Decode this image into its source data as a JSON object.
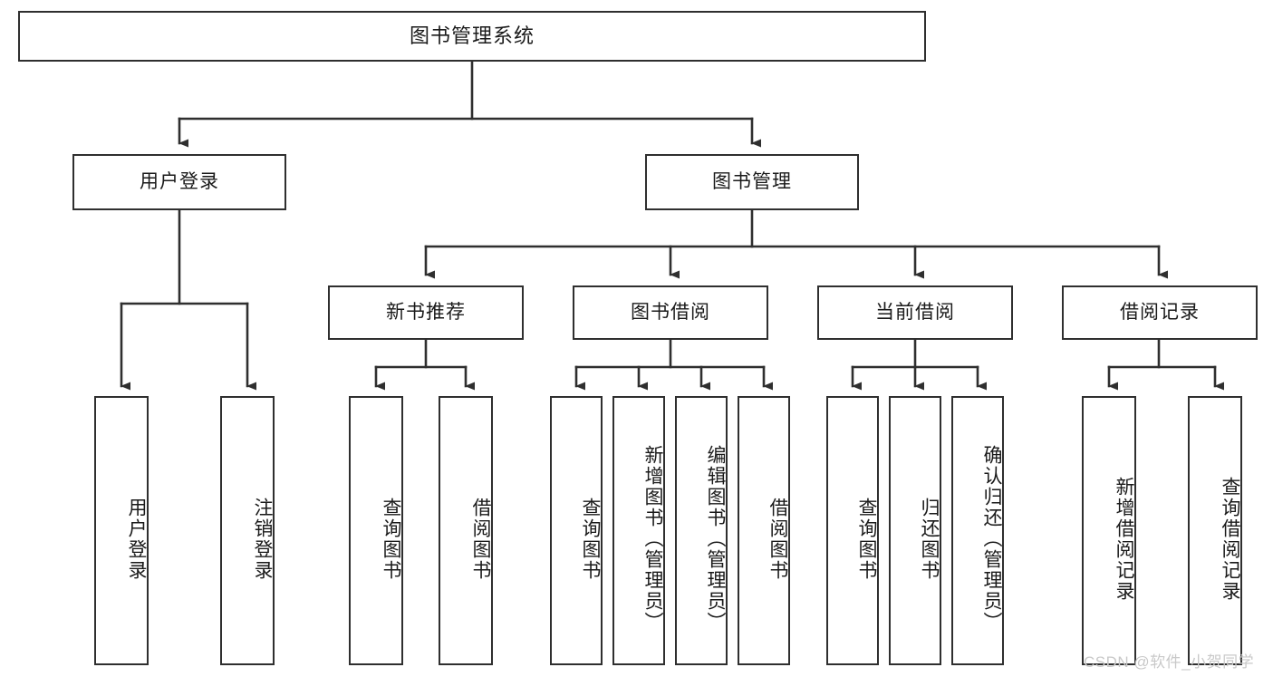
{
  "diagram": {
    "title": "图书管理系统",
    "type": "tree",
    "watermark": "CSDN @软件_小贺同学",
    "colors": {
      "border": "#2f2f2f",
      "background": "#ffffff",
      "text": "#1a1a1a",
      "watermark": "#c9c9c9"
    },
    "nodes": {
      "root": {
        "label": "图书管理系统",
        "level": 0
      },
      "level1": [
        {
          "id": "user-login",
          "label": "用户登录"
        },
        {
          "id": "book-manage",
          "label": "图书管理"
        }
      ],
      "level2": [
        {
          "id": "new-book-recommend",
          "label": "新书推荐",
          "parent": "book-manage"
        },
        {
          "id": "book-borrow",
          "label": "图书借阅",
          "parent": "book-manage"
        },
        {
          "id": "current-borrow",
          "label": "当前借阅",
          "parent": "book-manage"
        },
        {
          "id": "borrow-record",
          "label": "借阅记录",
          "parent": "book-manage"
        }
      ],
      "leaves": [
        {
          "id": "leaf-user-login",
          "label": "用户登录",
          "parent": "user-login"
        },
        {
          "id": "leaf-logout-login",
          "label": "注销登录",
          "parent": "user-login"
        },
        {
          "id": "leaf-query-book-1",
          "label": "查询图书",
          "parent": "new-book-recommend"
        },
        {
          "id": "leaf-borrow-book-1",
          "label": "借阅图书",
          "parent": "new-book-recommend"
        },
        {
          "id": "leaf-query-book-2",
          "label": "查询图书",
          "parent": "book-borrow"
        },
        {
          "id": "leaf-add-book",
          "label": "新增图书（管理员）",
          "parent": "book-borrow"
        },
        {
          "id": "leaf-edit-book",
          "label": "编辑图书（管理员）",
          "parent": "book-borrow"
        },
        {
          "id": "leaf-borrow-book-2",
          "label": "借阅图书",
          "parent": "book-borrow"
        },
        {
          "id": "leaf-query-book-3",
          "label": "查询图书",
          "parent": "current-borrow"
        },
        {
          "id": "leaf-return-book",
          "label": "归还图书",
          "parent": "current-borrow"
        },
        {
          "id": "leaf-confirm-return",
          "label": "确认归还（管理员）",
          "parent": "current-borrow"
        },
        {
          "id": "leaf-add-record",
          "label": "新增借阅记录",
          "parent": "borrow-record"
        },
        {
          "id": "leaf-query-record",
          "label": "查询借阅记录",
          "parent": "borrow-record"
        }
      ]
    }
  }
}
